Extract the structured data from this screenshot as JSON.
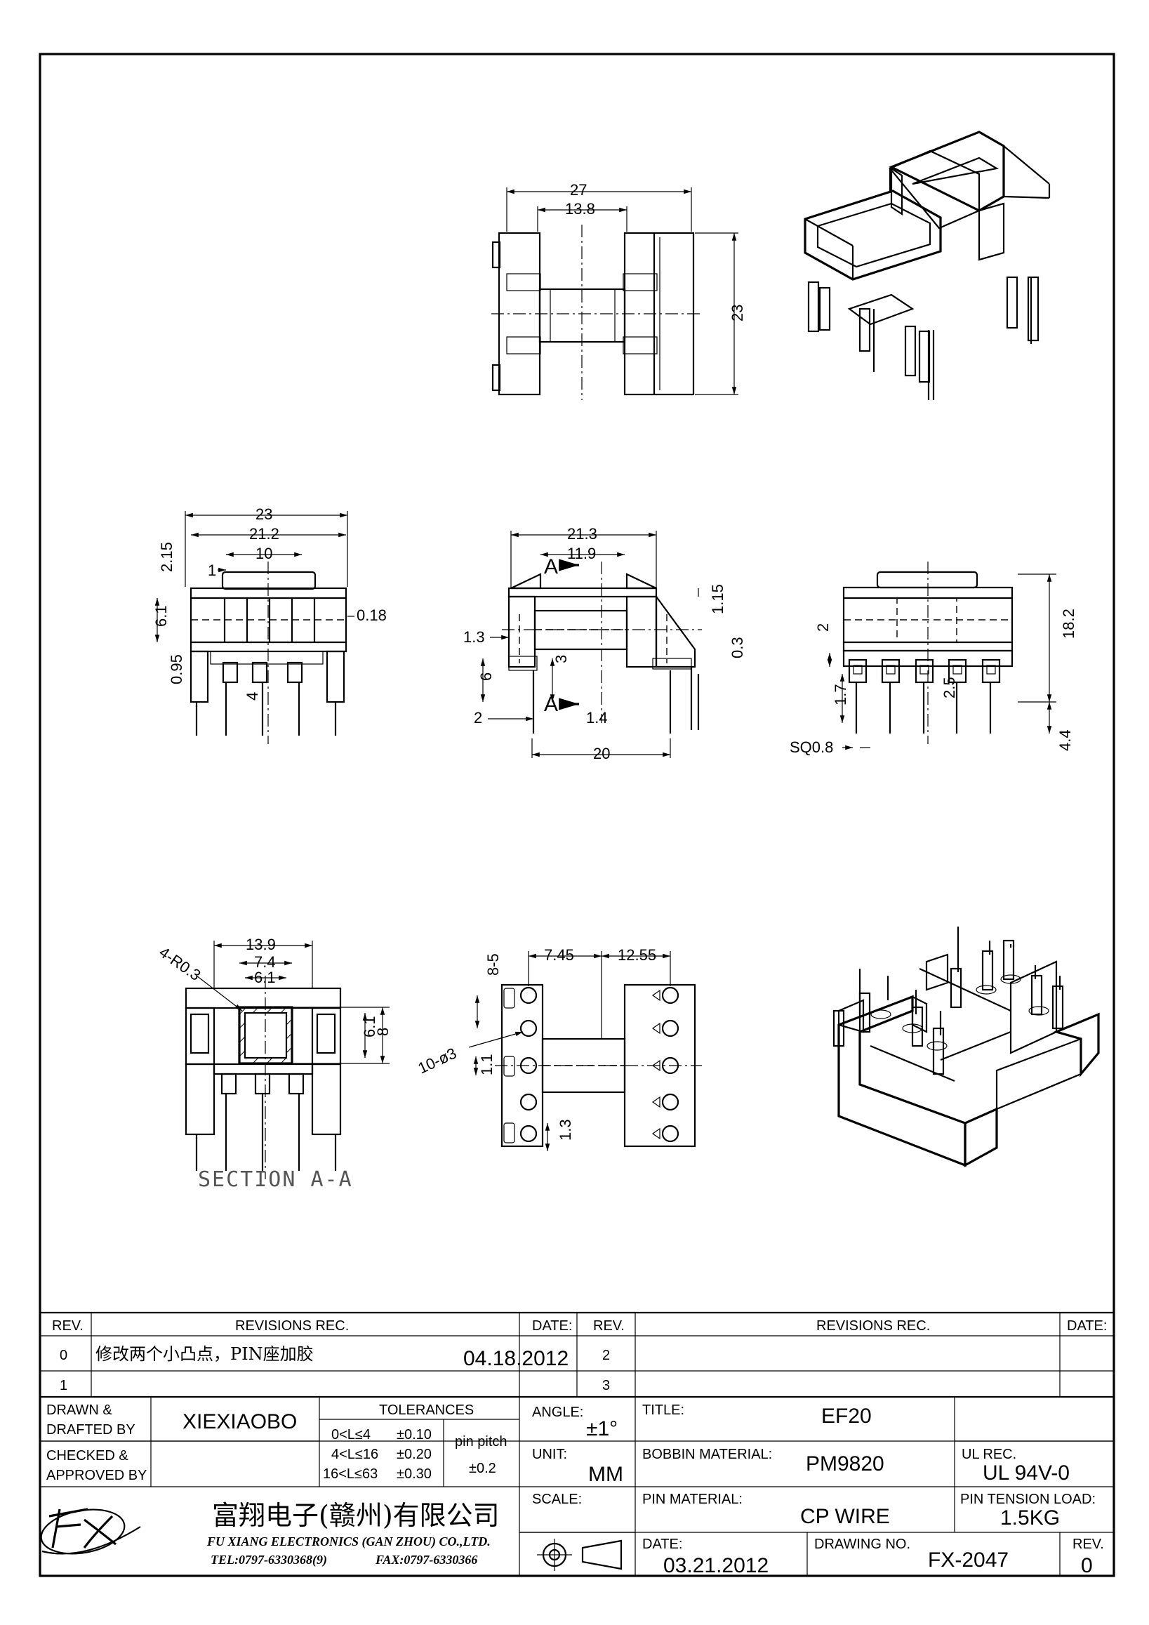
{
  "views": {
    "top_view": {
      "dims": [
        "27",
        "13.8",
        "23"
      ]
    },
    "front_view": {
      "dims": [
        "23",
        "21.2",
        "2.15",
        "10",
        "1",
        "6.1",
        "0.18",
        "0.95",
        "4"
      ]
    },
    "side_view": {
      "dims": [
        "21.3",
        "11.9",
        "1.15",
        "1.3",
        "0.3",
        "6",
        "3",
        "2",
        "1.4",
        "20"
      ],
      "section_marks": [
        "A",
        "A"
      ]
    },
    "end_view": {
      "dims": [
        "2",
        "18.2",
        "1.7",
        "2.5",
        "SQ0.8",
        "4.4"
      ]
    },
    "section_view": {
      "dims": [
        "13.9",
        "4-R0.3",
        "7.4",
        "6.1",
        "6.1",
        "8"
      ],
      "caption": "SECTION A-A"
    },
    "bottom_view": {
      "dims": [
        "8-5",
        "7.45",
        "12.55",
        "10-ø3",
        "1.1",
        "1.3"
      ]
    }
  },
  "title_block": {
    "rev_table": {
      "headers": {
        "rev": "REV.",
        "revisions_rec": "REVISIONS   REC.",
        "date": "DATE:",
        "rev2": "REV.",
        "revisions_rec2": "REVISIONS   REC.",
        "date2": "DATE:"
      },
      "rows": [
        {
          "rev": "0",
          "text": "修改两个小凸点，PIN座加胶",
          "date": "04.18.2012",
          "rev2": "2"
        },
        {
          "rev": "1",
          "text": "",
          "date": "",
          "rev2": "3"
        }
      ]
    },
    "drawn_label_1": "DRAWN  &",
    "drawn_label_2": "DRAFTED  BY",
    "drawn_by": "XIEXIAOBO",
    "checked_label_1": "CHECKED  &",
    "checked_label_2": "APPROVED  BY",
    "tolerances": {
      "header": "TOLERANCES",
      "rows": [
        {
          "range": "0<L≤4",
          "value": "±0.10"
        },
        {
          "range": "4<L≤16",
          "value": "±0.20"
        },
        {
          "range": "16<L≤63",
          "value": "±0.30"
        }
      ],
      "pin_pitch_label": "pin  pitch",
      "pin_pitch_value": "±0.2"
    },
    "angle_label": "ANGLE:",
    "angle_value": "±1°",
    "unit_label": "UNIT:",
    "unit_value": "MM",
    "scale_label": "SCALE:",
    "title_label": "TITLE:",
    "title_value": "EF20",
    "bobbin_material_label": "BOBBIN  MATERIAL:",
    "bobbin_material_value": "PM9820",
    "ul_rec_label": "UL  REC.",
    "ul_rec_value": "UL  94V-0",
    "pin_material_label": "PIN  MATERIAL:",
    "pin_material_value": "CP  WIRE",
    "pin_tension_label": "PIN  TENSION  LOAD:",
    "pin_tension_value": "1.5KG",
    "date_label": "DATE:",
    "date_value": "03.21.2012",
    "drawing_no_label": "DRAWING  NO.",
    "drawing_no_value": "FX-2047",
    "rev_label": "REV.",
    "rev_value": "0",
    "company_cn": "富翔电子(赣州)有限公司",
    "company_en": "FU XIANG ELECTRONICS (GAN ZHOU) CO.,LTD.",
    "tel": "TEL:0797-6330368(9)",
    "fax": "FAX:0797-6330366"
  }
}
